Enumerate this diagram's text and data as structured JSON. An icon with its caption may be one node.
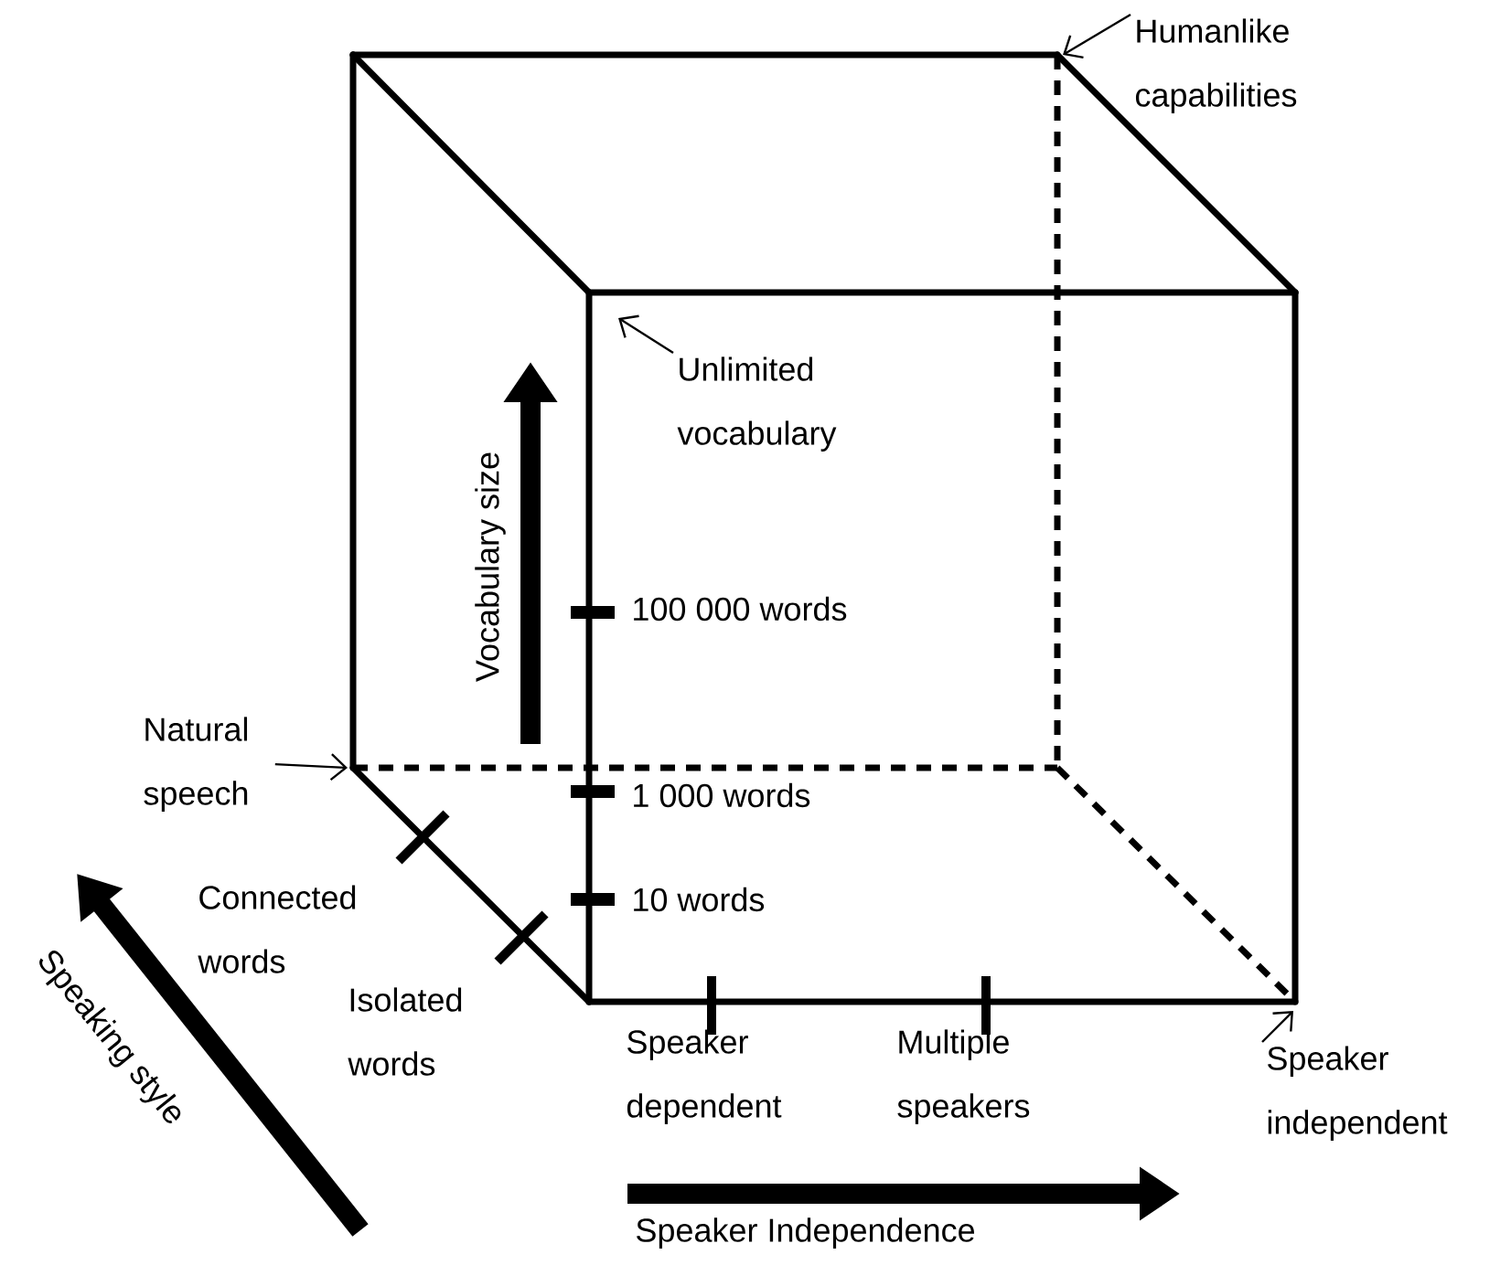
{
  "diagram": {
    "nodes": [
      {
        "text": [
          "Humanlike capabilities"
        ]
      },
      {
        "text": [
          "Unlimited vocabulary"
        ]
      },
      {
        "text": [
          "Natural speech"
        ]
      },
      {
        "text": [
          "Speaker independent"
        ]
      }
    ],
    "edges": [
      {
        "from": 0,
        "to": null,
        "arrow": "to"
      },
      {
        "from": 1,
        "to": null,
        "arrow": "to"
      },
      {
        "from": 2,
        "to": null,
        "arrow": "to"
      },
      {
        "from": 3,
        "to": null,
        "arrow": "to"
      }
    ],
    "labels": [
      "Vocabulary size",
      "100 000 words",
      "1 000 words",
      "10 words",
      "Connected words",
      "Isolated words",
      "Speaker dependent",
      "Multiple speakers",
      "Speaking style",
      "Speaker Independence"
    ]
  }
}
